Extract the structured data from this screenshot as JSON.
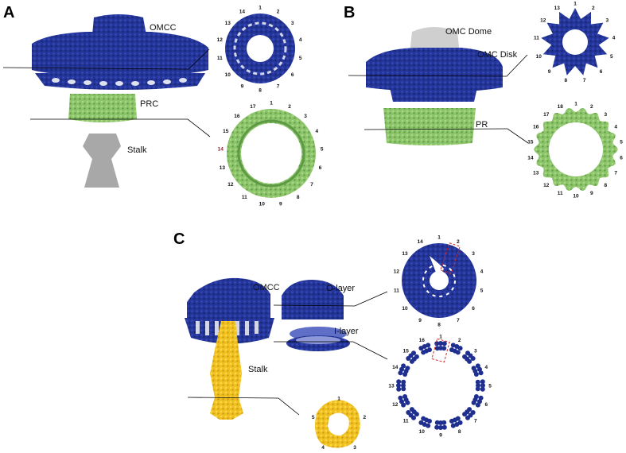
{
  "panels": {
    "a": {
      "letter": "A",
      "omcc_label": "OMCC",
      "prc_label": "PRC",
      "stalk_label": "Stalk",
      "ring_top_numbers": [
        "1",
        "2",
        "3",
        "4",
        "5",
        "6",
        "7",
        "8",
        "9",
        "10",
        "11",
        "12",
        "13",
        "14"
      ],
      "ring_bottom_numbers": [
        "1",
        "2",
        "3",
        "4",
        "5",
        "6",
        "7",
        "8",
        "9",
        "10",
        "11",
        "12",
        "13",
        "14",
        "15",
        "16",
        "17"
      ]
    },
    "b": {
      "letter": "B",
      "dome_label": "OMC Dome",
      "disk_label": "OMC Disk",
      "pr_label": "PR",
      "ring_top_numbers": [
        "1",
        "2",
        "3",
        "4",
        "5",
        "6",
        "7",
        "8",
        "9",
        "10",
        "11",
        "12",
        "13"
      ],
      "ring_bottom_numbers": [
        "1",
        "2",
        "3",
        "4",
        "5",
        "6",
        "7",
        "8",
        "9",
        "10",
        "11",
        "12",
        "13",
        "14",
        "15",
        "16",
        "17",
        "18"
      ]
    },
    "c": {
      "letter": "C",
      "omcc_label": "OMCC",
      "olayer_label": "O-layer",
      "ilayer_label": "I-layer",
      "stalk_label": "Stalk",
      "ring_top_numbers": [
        "1",
        "2",
        "3",
        "4",
        "5",
        "6",
        "7",
        "8",
        "9",
        "10",
        "11",
        "12",
        "13",
        "14"
      ],
      "ring_bottom_numbers": [
        "1",
        "2",
        "3",
        "4",
        "5",
        "6",
        "7",
        "8",
        "9",
        "10",
        "11",
        "12",
        "13",
        "14",
        "15",
        "16"
      ],
      "stalk_numbers": [
        "1",
        "2",
        "3",
        "4",
        "5"
      ]
    }
  },
  "colors": {
    "blue": "#1f2f8f",
    "blue_light": "#3a4bb5",
    "green": "#8cc46a",
    "green_dark": "#5e9a45",
    "gray": "#a8a8a8",
    "yellow": "#f0c020",
    "red": "#d62828"
  }
}
